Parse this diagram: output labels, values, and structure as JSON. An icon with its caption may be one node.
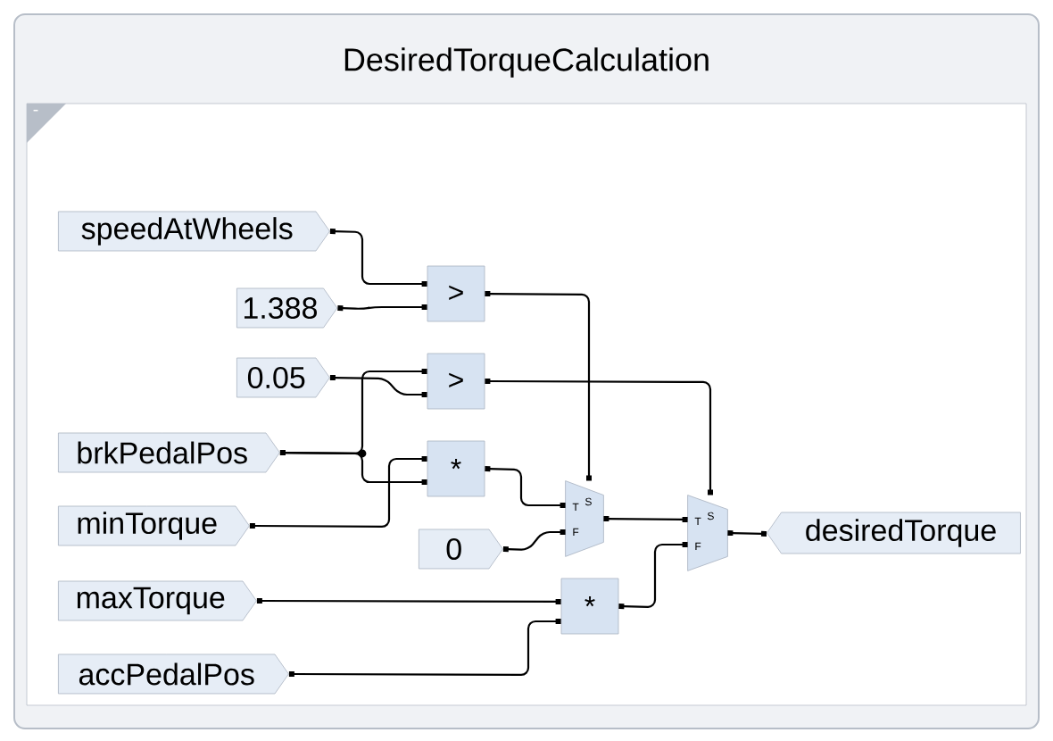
{
  "diagram": {
    "nodes": [
      {
        "text": [
          "DesiredTorqueCalculation"
        ]
      },
      {
        "text": [
          "speedAtWheels"
        ],
        "in": 0
      },
      {
        "text": [
          "1.388"
        ],
        "in": 0
      },
      {
        "text": [
          "0.05"
        ],
        "in": 0
      },
      {
        "text": [
          "brkPedalPos"
        ],
        "in": 0
      },
      {
        "text": [
          "minTorque"
        ],
        "in": 0
      },
      {
        "text": [
          "maxTorque"
        ],
        "in": 0
      },
      {
        "text": [
          "accPedalPos"
        ],
        "in": 0
      },
      {
        "text": [
          "0"
        ],
        "in": 0
      },
      {
        "text": [
          ">"
        ],
        "in": 0
      },
      {
        "text": [
          ">"
        ],
        "in": 0
      },
      {
        "text": [
          "*"
        ],
        "in": 0
      },
      {
        "text": [
          "*"
        ],
        "in": 0
      },
      {
        "text": [
          "T",
          "S",
          "F"
        ],
        "in": 0
      },
      {
        "text": [
          "T",
          "S",
          "F"
        ],
        "in": 0
      },
      {
        "text": [
          "desiredTorque"
        ],
        "in": 0
      }
    ],
    "edges": [
      {
        "from": 1,
        "to": 9,
        "arrow": "other"
      },
      {
        "from": 2,
        "to": 9,
        "arrow": "other"
      },
      {
        "from": 3,
        "to": 10,
        "arrow": "other"
      },
      {
        "from": 4,
        "to": 10,
        "arrow": "other"
      },
      {
        "from": 4,
        "to": 11,
        "arrow": "other"
      },
      {
        "from": 5,
        "to": 11,
        "arrow": "other"
      },
      {
        "from": 9,
        "to": 13,
        "arrow": "other"
      },
      {
        "from": 10,
        "to": 14,
        "arrow": "other"
      },
      {
        "from": 11,
        "to": 13,
        "arrow": "other"
      },
      {
        "from": 8,
        "to": 13,
        "arrow": "other"
      },
      {
        "from": 13,
        "to": 14,
        "arrow": "other"
      },
      {
        "from": 6,
        "to": 12,
        "arrow": "other"
      },
      {
        "from": 7,
        "to": 12,
        "arrow": "other"
      },
      {
        "from": 12,
        "to": 14,
        "arrow": "other"
      },
      {
        "from": 14,
        "to": 15,
        "arrow": "other"
      }
    ],
    "labels": [
      "-"
    ]
  }
}
